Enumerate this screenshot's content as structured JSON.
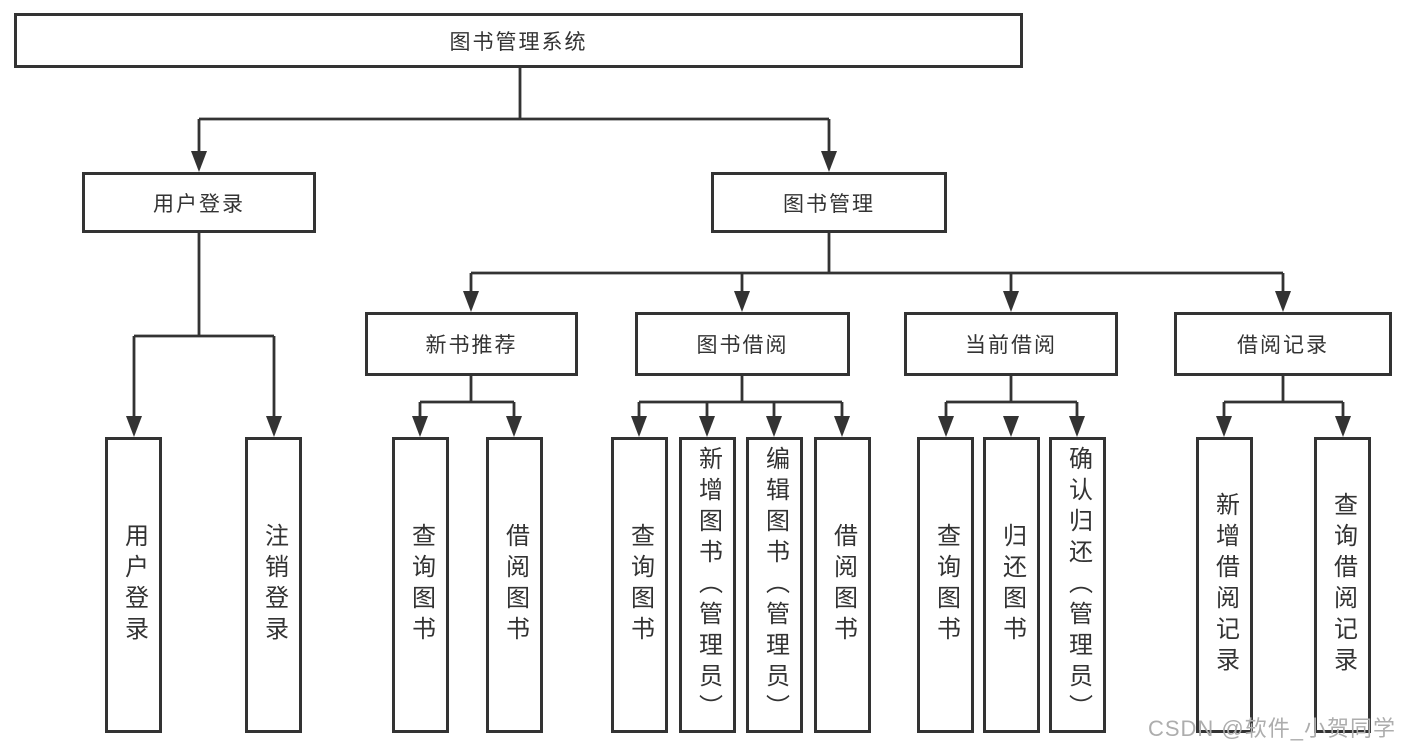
{
  "tree": {
    "root": "图书管理系统",
    "level2": [
      {
        "label": "用户登录",
        "leaves": [
          "用户登录",
          "注销登录"
        ]
      },
      {
        "label": "图书管理",
        "groups": [
          {
            "label": "新书推荐",
            "leaves": [
              "查询图书",
              "借阅图书"
            ]
          },
          {
            "label": "图书借阅",
            "leaves": [
              "查询图书",
              "新增图书（管理员）",
              "编辑图书（管理员）",
              "借阅图书"
            ]
          },
          {
            "label": "当前借阅",
            "leaves": [
              "查询图书",
              "归还图书",
              "确认归还（管理员）"
            ]
          },
          {
            "label": "借阅记录",
            "leaves": [
              "新增借阅记录",
              "查询借阅记录"
            ]
          }
        ]
      }
    ]
  },
  "watermark": "CSDN @软件_小贺同学",
  "colors": {
    "line": "#333333",
    "box_border": "#333333",
    "text": "#333333",
    "watermark": "#adadad",
    "background": "#ffffff"
  }
}
